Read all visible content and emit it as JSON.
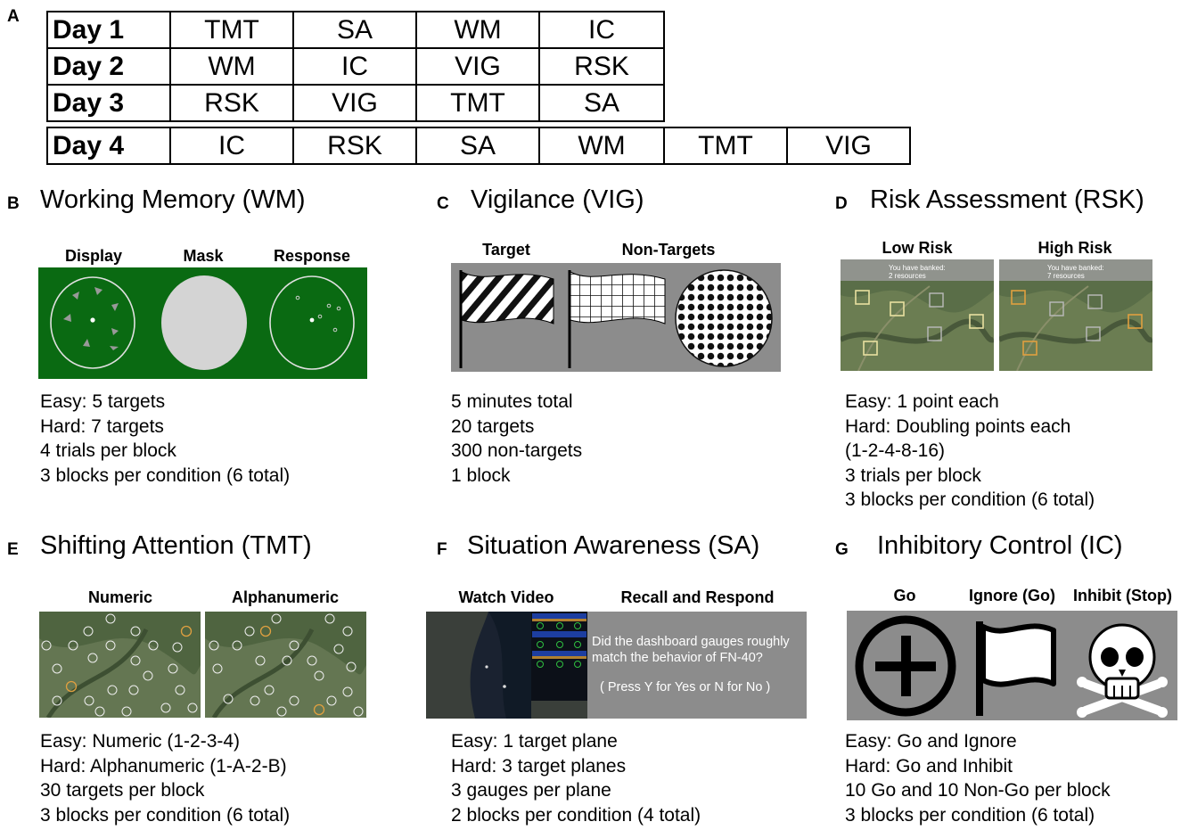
{
  "panels": {
    "A": {
      "letter": "A",
      "rows": [
        {
          "day": "Day 1",
          "tasks": [
            "TMT",
            "SA",
            "WM",
            "IC"
          ]
        },
        {
          "day": "Day 2",
          "tasks": [
            "WM",
            "IC",
            "VIG",
            "RSK"
          ]
        },
        {
          "day": "Day 3",
          "tasks": [
            "RSK",
            "VIG",
            "TMT",
            "SA"
          ]
        },
        {
          "day": "Day 4",
          "tasks": [
            "IC",
            "RSK",
            "SA",
            "WM",
            "TMT",
            "VIG"
          ]
        }
      ]
    },
    "B": {
      "letter": "B",
      "title": "Working Memory (WM)",
      "labels": [
        "Display",
        "Mask",
        "Response"
      ],
      "lines": [
        "Easy: 5 targets",
        "Hard: 7 targets",
        "4 trials per block",
        "3 blocks per condition (6 total)"
      ]
    },
    "C": {
      "letter": "C",
      "title": "Vigilance (VIG)",
      "labels": [
        "Target",
        "Non-Targets"
      ],
      "lines": [
        "5 minutes total",
        "20 targets",
        "300 non-targets",
        "1 block"
      ]
    },
    "D": {
      "letter": "D",
      "title": "Risk Assessment (RSK)",
      "labels": [
        "Low Risk",
        "High Risk"
      ],
      "banked_low": [
        "You have banked:",
        "2 resources"
      ],
      "banked_high": [
        "You have banked:",
        "7 resources"
      ],
      "lines": [
        "Easy: 1 point each",
        "Hard: Doubling points each",
        "(1-2-4-8-16)",
        "3 trials per block",
        "3 blocks per condition (6 total)"
      ]
    },
    "E": {
      "letter": "E",
      "title": "Shifting Attention (TMT)",
      "labels": [
        "Numeric",
        "Alphanumeric"
      ],
      "lines": [
        "Easy: Numeric (1-2-3-4)",
        "Hard: Alphanumeric (1-A-2-B)",
        "30 targets per block",
        "3 blocks per condition (6 total)"
      ]
    },
    "F": {
      "letter": "F",
      "title": "Situation Awareness (SA)",
      "labels": [
        "Watch Video",
        "Recall and Respond"
      ],
      "question": [
        "Did the dashboard gauges roughly",
        "match the behavior of FN-40?"
      ],
      "prompt": "( Press Y for Yes or N for No )",
      "lines": [
        "Easy: 1 target plane",
        "Hard: 3 target planes",
        "3 gauges per plane",
        "2 blocks per condition (4 total)"
      ]
    },
    "G": {
      "letter": "G",
      "title": "Inhibitory Control (IC)",
      "labels": [
        "Go",
        "Ignore (Go)",
        "Inhibit (Stop)"
      ],
      "lines": [
        "Easy: Go and Ignore",
        "Hard: Go and Inhibit",
        "10 Go and 10 Non-Go per block",
        "3 blocks per condition (6 total)"
      ]
    }
  },
  "colors": {
    "wm_green": "#0a6a12",
    "mask_gray": "#d4d4d4",
    "panel_gray": "#8c8c8c",
    "low_risk_box": "#e8e0a0",
    "high_risk_box": "#e0a040",
    "sa_dark": "#1a2230"
  }
}
